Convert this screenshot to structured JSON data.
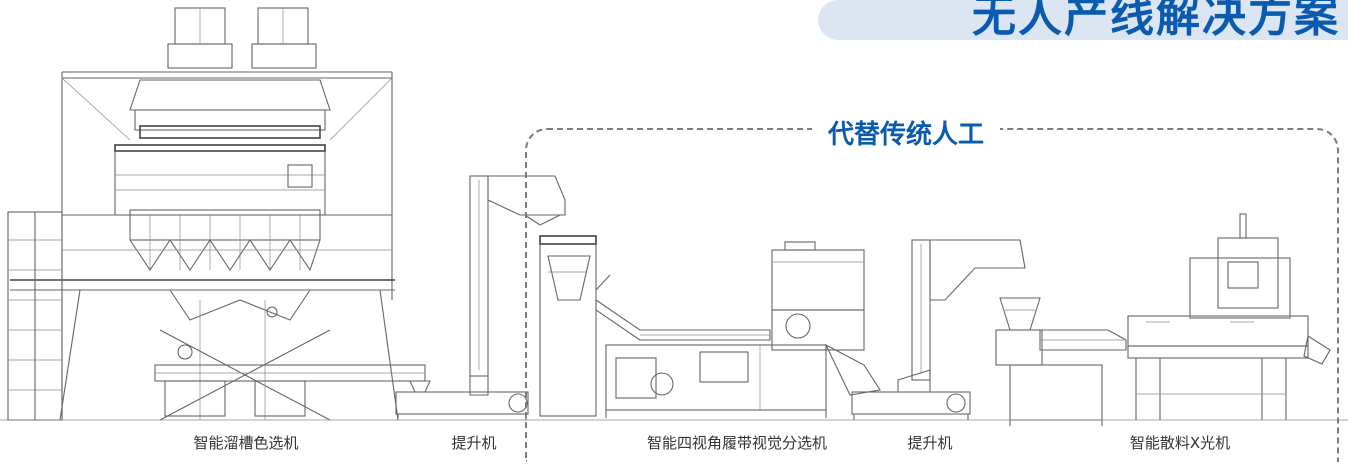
{
  "title": "无人产线解决方案",
  "subtitle": "代替传统人工",
  "colors": {
    "accent": "#0a5bb0",
    "banner_bg": "#dce6f3",
    "line": "#666666"
  },
  "machines": [
    {
      "label": "智能溜槽色选机"
    },
    {
      "label": "提升机"
    },
    {
      "label": "智能四视角履带视觉分选机"
    },
    {
      "label": "提升机"
    },
    {
      "label": "智能散料X光机"
    }
  ]
}
